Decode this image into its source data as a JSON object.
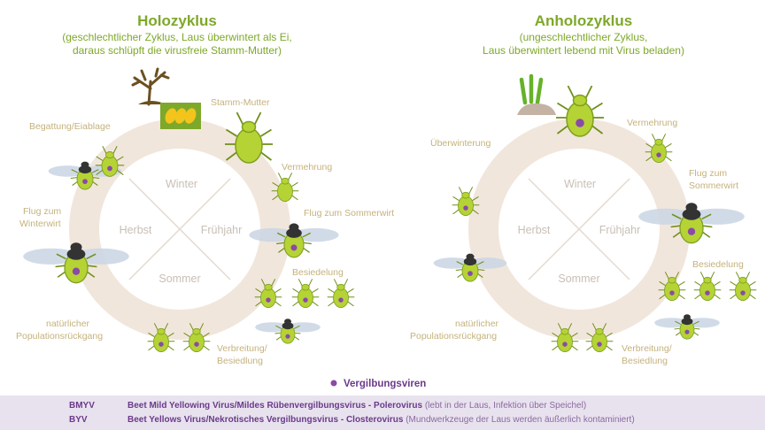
{
  "left": {
    "title": "Holozyklus",
    "subtitle_1": "(geschlechtlicher Zyklus, Laus überwintert als Ei,",
    "subtitle_2": "daraus schlüpft die virusfreie Stamm-Mutter)",
    "seasons": {
      "winter": "Winter",
      "spring": "Frühjahr",
      "summer": "Sommer",
      "autumn": "Herbst"
    },
    "labels": {
      "stem_mother": "Stamm-Mutter",
      "mating": "Begattung/Eiablage",
      "reproduction": "Vermehrung",
      "flight_summer": "Flug zum Sommerwirt",
      "flight_winter_1": "Flug zum",
      "flight_winter_2": "Winterwirt",
      "colonization": "Besiedelung",
      "natural_1": "natürlicher",
      "natural_2": "Populationsrückgang",
      "spread_1": "Verbreitung/",
      "spread_2": "Besiedlung"
    }
  },
  "right": {
    "title": "Anholozyklus",
    "subtitle_1": "(ungeschlechtlicher Zyklus,",
    "subtitle_2": "Laus überwintert lebend mit Virus beladen)",
    "seasons": {
      "winter": "Winter",
      "spring": "Frühjahr",
      "summer": "Sommer",
      "autumn": "Herbst"
    },
    "labels": {
      "overwintering": "Überwinterung",
      "reproduction": "Vermehrung",
      "flight_summer_1": "Flug zum",
      "flight_summer_2": "Sommerwirt",
      "colonization": "Besiedelung",
      "natural_1": "natürlicher",
      "natural_2": "Populationsrückgang",
      "spread_1": "Verbreitung/",
      "spread_2": "Besiedlung"
    }
  },
  "legend": {
    "label": "Vergilbungsviren",
    "dot_color": "#8a4aa8"
  },
  "footer": [
    {
      "abbr": "BMYV",
      "name": "Beet Mild Yellowing Virus/Mildes Rübenvergilbungsvirus - Polerovirus",
      "note": "(lebt in der Laus, Infektion über Speichel)"
    },
    {
      "abbr": "BYV",
      "name": "Beet Yellows Virus/Nekrotisches Vergilbungsvirus - Closterovirus",
      "note": "(Mundwerkzeuge der Laus werden äußerlich kontaminiert)"
    }
  ],
  "colors": {
    "title": "#7ea829",
    "label": "#c4b27c",
    "ring": "#f1e6dc",
    "aphid": "#b5d334",
    "virus": "#8a4aa8",
    "footer_bg": "#e8e2ee"
  },
  "icons": [
    "tree-icon",
    "eggs-icon",
    "sprouts-icon",
    "stone-icon",
    "aphid-icon",
    "winged-aphid-icon"
  ]
}
